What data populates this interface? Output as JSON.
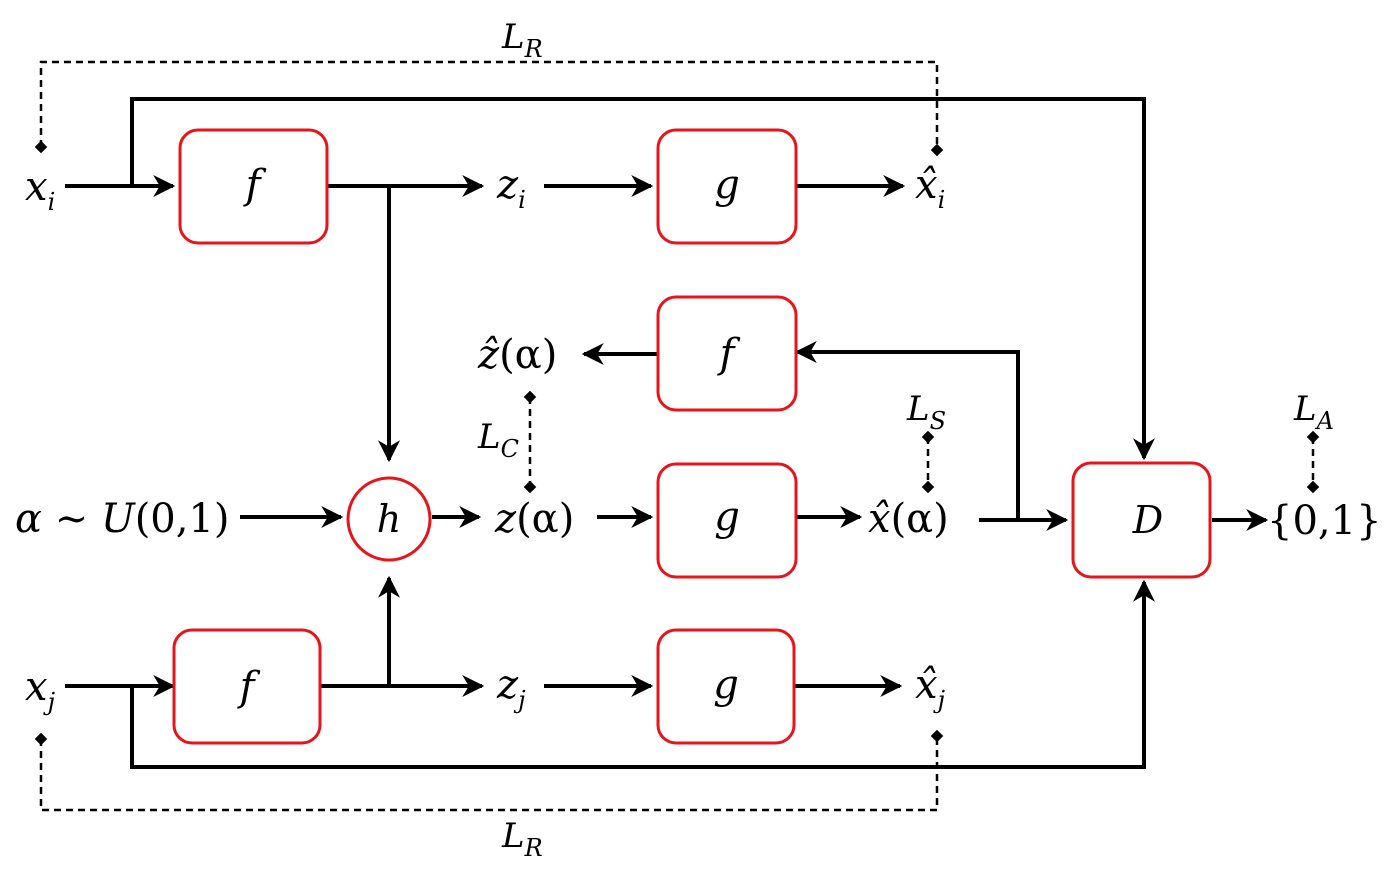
{
  "blocks": {
    "f_top": "f",
    "g_top": "g",
    "f_mid": "f",
    "g_mid": "g",
    "f_bot": "f",
    "g_bot": "g",
    "h": "h",
    "D": "D"
  },
  "nodes": {
    "x_i": {
      "base": "x",
      "sub": "i"
    },
    "x_j": {
      "base": "x",
      "sub": "j"
    },
    "z_i": {
      "base": "z",
      "sub": "i"
    },
    "z_j": {
      "base": "z",
      "sub": "j"
    },
    "xhat_i": {
      "base": "x̂",
      "sub": "i"
    },
    "xhat_j": {
      "base": "x̂",
      "sub": "j"
    },
    "alpha_prefix": "α ∼ ",
    "alpha_U": "U",
    "alpha_args": "(0,1)",
    "z_alpha": {
      "base": "z",
      "arg": "(α)"
    },
    "zhat_alpha": {
      "base": "ẑ",
      "arg": "(α)"
    },
    "xhat_alpha": {
      "base": "x̂",
      "arg": "(α)"
    },
    "output": "{0,1}"
  },
  "losses": {
    "L_R_top": {
      "base": "L",
      "sub": "R"
    },
    "L_R_bottom": {
      "base": "L",
      "sub": "R"
    },
    "L_C": {
      "base": "L",
      "sub": "C"
    },
    "L_S": {
      "base": "L",
      "sub": "S"
    },
    "L_A": {
      "base": "L",
      "sub": "A"
    }
  },
  "colors": {
    "block_border": "#e8141c",
    "line": "#000000"
  }
}
